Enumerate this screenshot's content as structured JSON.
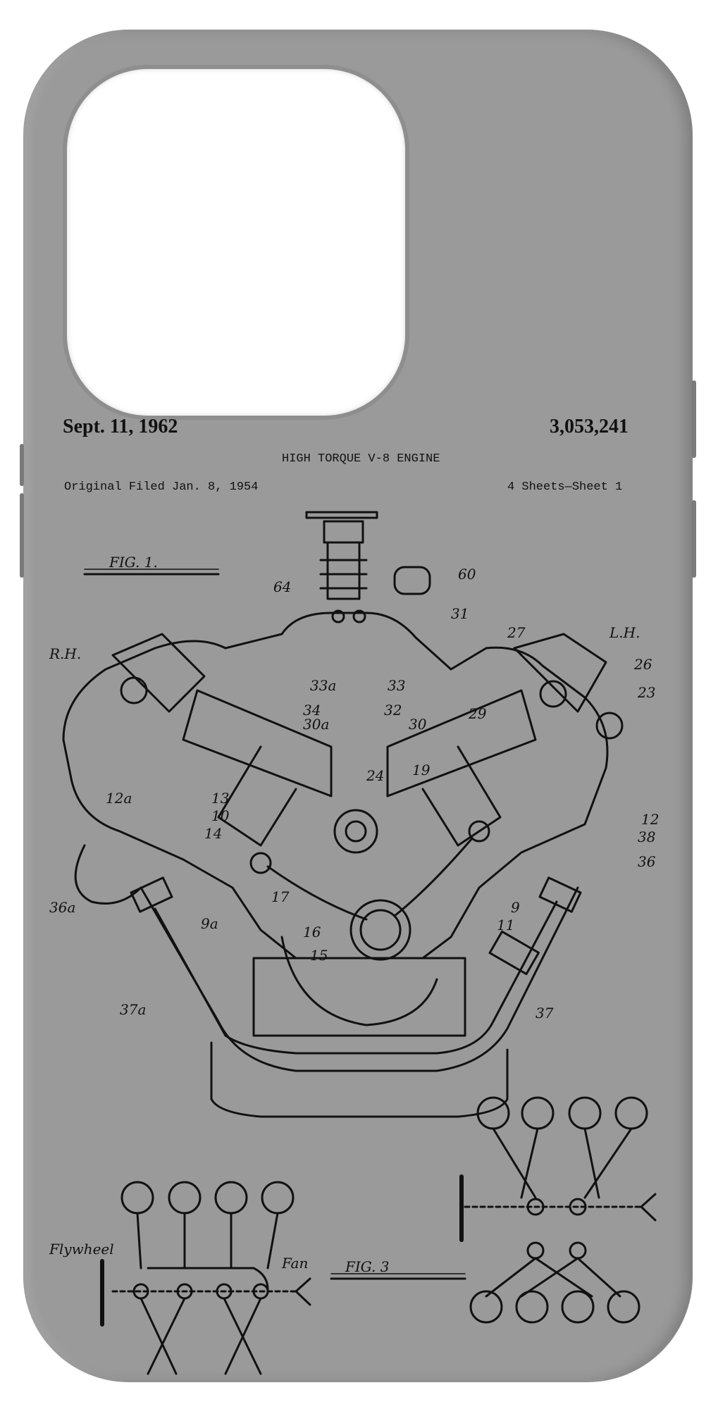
{
  "patent": {
    "date": "Sept. 11, 1962",
    "number": "3,053,241",
    "title": "HIGH TORQUE V-8 ENGINE",
    "filed": "Original Filed Jan. 8, 1954",
    "sheet": "4 Sheets—Sheet 1"
  },
  "figures": {
    "fig1": "FIG. 1.",
    "fig3": "FIG. 3"
  },
  "labels": {
    "rh": "R.H.",
    "lh": "L.H.",
    "flywheel": "Flywheel",
    "fan": "Fan",
    "n64": "64",
    "n60": "60",
    "n31": "31",
    "n27": "27",
    "n26": "26",
    "n23": "23",
    "n33a": "33a",
    "n33": "33",
    "n34": "34",
    "n30a": "30a",
    "n32": "32",
    "n30": "30",
    "n29": "29",
    "n24": "24",
    "n19": "19",
    "n12a": "12a",
    "n13": "13",
    "n10": "10",
    "n14": "14",
    "n12": "12",
    "n38": "38",
    "n36": "36",
    "n36a": "36a",
    "n9a": "9a",
    "n16": "16",
    "n15": "15",
    "n11": "11",
    "n9": "9",
    "n37a": "37a",
    "n37": "37",
    "n17": "17"
  },
  "colors": {
    "case": "#9a9a9a",
    "ink": "#111111",
    "cutout": "#ffffff"
  }
}
